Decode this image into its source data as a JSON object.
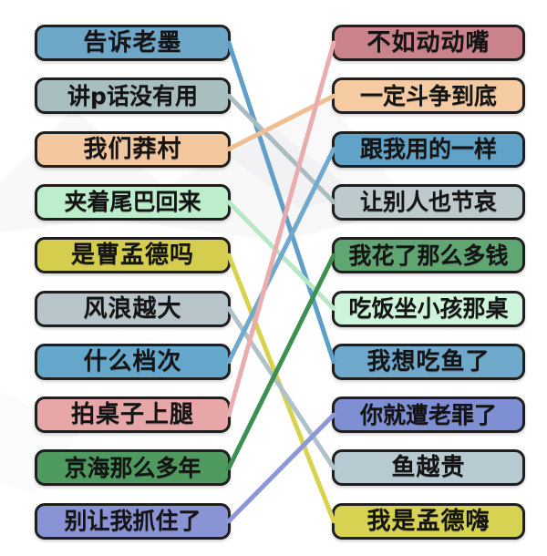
{
  "game": {
    "left_items": [
      {
        "label": "告诉老墨",
        "color": "#6FA7C8"
      },
      {
        "label": "讲p话没有用",
        "color": "#A9BEC0"
      },
      {
        "label": "我们莽村",
        "color": "#F2C79E"
      },
      {
        "label": "夹着尾巴回来",
        "color": "#BCEECB"
      },
      {
        "label": "是曹孟德吗",
        "color": "#D5CD4D"
      },
      {
        "label": "风浪越大",
        "color": "#B7C4C9"
      },
      {
        "label": "什么档次",
        "color": "#66A7CC"
      },
      {
        "label": "拍桌子上腿",
        "color": "#E7A6A8"
      },
      {
        "label": "京海那么多年",
        "color": "#4E9A5F"
      },
      {
        "label": "别让我抓住了",
        "color": "#8A94D5"
      }
    ],
    "right_items": [
      {
        "label": "不如动动嘴",
        "color": "#CB838B"
      },
      {
        "label": "一定斗争到底",
        "color": "#F4CBA2"
      },
      {
        "label": "跟我用的一样",
        "color": "#61A2C8"
      },
      {
        "label": "让别人也节哀",
        "color": "#BCC9CD"
      },
      {
        "label": "我花了那么多钱",
        "color": "#60A673"
      },
      {
        "label": "吃饭坐小孩那桌",
        "color": "#CFF4DC"
      },
      {
        "label": "我想吃鱼了",
        "color": "#6FA9CB"
      },
      {
        "label": "你就遭老罪了",
        "color": "#7F8FD4"
      },
      {
        "label": "鱼越贵",
        "color": "#B7C9D1"
      },
      {
        "label": "我是孟德嗨",
        "color": "#D8D252"
      }
    ],
    "connections": [
      {
        "from": 0,
        "to": 6,
        "color": "#5E9EC9"
      },
      {
        "from": 1,
        "to": 3,
        "color": "#A8BCC2"
      },
      {
        "from": 2,
        "to": 1,
        "color": "#F0BE93"
      },
      {
        "from": 3,
        "to": 5,
        "color": "#B7E7C7"
      },
      {
        "from": 4,
        "to": 9,
        "color": "#D8D24E"
      },
      {
        "from": 5,
        "to": 8,
        "color": "#AFC2CA"
      },
      {
        "from": 6,
        "to": 2,
        "color": "#6FA9CE"
      },
      {
        "from": 7,
        "to": 0,
        "color": "#EBACAE"
      },
      {
        "from": 8,
        "to": 4,
        "color": "#3E9052"
      },
      {
        "from": 9,
        "to": 7,
        "color": "#8C97D8"
      }
    ]
  }
}
